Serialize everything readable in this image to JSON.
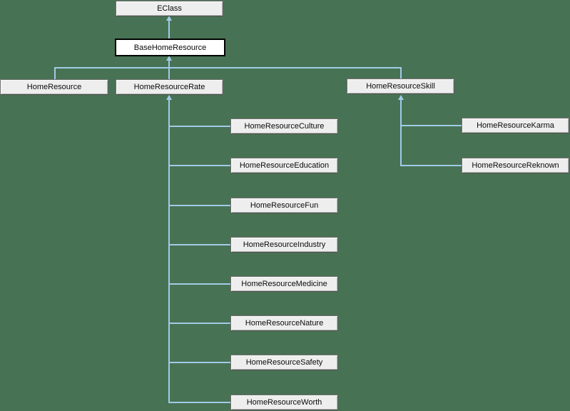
{
  "diagram": {
    "kind": "class-inheritance-graph",
    "background_color": "#487254",
    "edge_color": "#a0cce8",
    "node_fill_color": "#eeeeee",
    "highlighted_node_fill_color": "#ffffff",
    "nodes": {
      "eclass": {
        "label": "EClass"
      },
      "base": {
        "label": "BaseHomeResource",
        "highlighted": true
      },
      "resource": {
        "label": "HomeResource"
      },
      "rate": {
        "label": "HomeResourceRate"
      },
      "skill": {
        "label": "HomeResourceSkill"
      },
      "culture": {
        "label": "HomeResourceCulture"
      },
      "education": {
        "label": "HomeResourceEducation"
      },
      "fun": {
        "label": "HomeResourceFun"
      },
      "industry": {
        "label": "HomeResourceIndustry"
      },
      "medicine": {
        "label": "HomeResourceMedicine"
      },
      "nature": {
        "label": "HomeResourceNature"
      },
      "safety": {
        "label": "HomeResourceSafety"
      },
      "worth": {
        "label": "HomeResourceWorth"
      },
      "karma": {
        "label": "HomeResourceKarma"
      },
      "reknown": {
        "label": "HomeResourceReknown"
      }
    },
    "edges": [
      {
        "child": "BaseHomeResource",
        "parent": "EClass"
      },
      {
        "child": "HomeResource",
        "parent": "BaseHomeResource"
      },
      {
        "child": "HomeResourceRate",
        "parent": "BaseHomeResource"
      },
      {
        "child": "HomeResourceSkill",
        "parent": "BaseHomeResource"
      },
      {
        "child": "HomeResourceCulture",
        "parent": "HomeResourceRate"
      },
      {
        "child": "HomeResourceEducation",
        "parent": "HomeResourceRate"
      },
      {
        "child": "HomeResourceFun",
        "parent": "HomeResourceRate"
      },
      {
        "child": "HomeResourceIndustry",
        "parent": "HomeResourceRate"
      },
      {
        "child": "HomeResourceMedicine",
        "parent": "HomeResourceRate"
      },
      {
        "child": "HomeResourceNature",
        "parent": "HomeResourceRate"
      },
      {
        "child": "HomeResourceSafety",
        "parent": "HomeResourceRate"
      },
      {
        "child": "HomeResourceWorth",
        "parent": "HomeResourceRate"
      },
      {
        "child": "HomeResourceKarma",
        "parent": "HomeResourceSkill"
      },
      {
        "child": "HomeResourceReknown",
        "parent": "HomeResourceSkill"
      }
    ]
  }
}
